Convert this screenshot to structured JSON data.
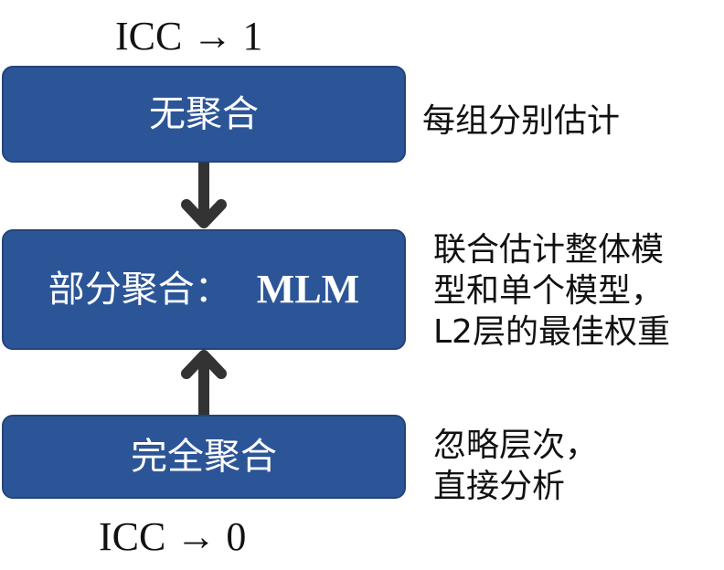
{
  "icc_top": "ICC → 1",
  "icc_bottom": "ICC → 0",
  "boxes": {
    "top": "无聚合",
    "middle_main": "部分聚合：",
    "middle_model": "MLM",
    "bottom": "完全聚合"
  },
  "notes": {
    "top": [
      "每组分别估计"
    ],
    "middle": [
      "联合估计整体模",
      "型和单个模型，",
      "L2层的最佳权重"
    ],
    "bottom": [
      "忽略层次，",
      "直接分析"
    ]
  },
  "colors": {
    "box_fill": "#2c5597",
    "box_border": "#234478",
    "box_text": "#ffffff",
    "arrow": "#333333"
  }
}
